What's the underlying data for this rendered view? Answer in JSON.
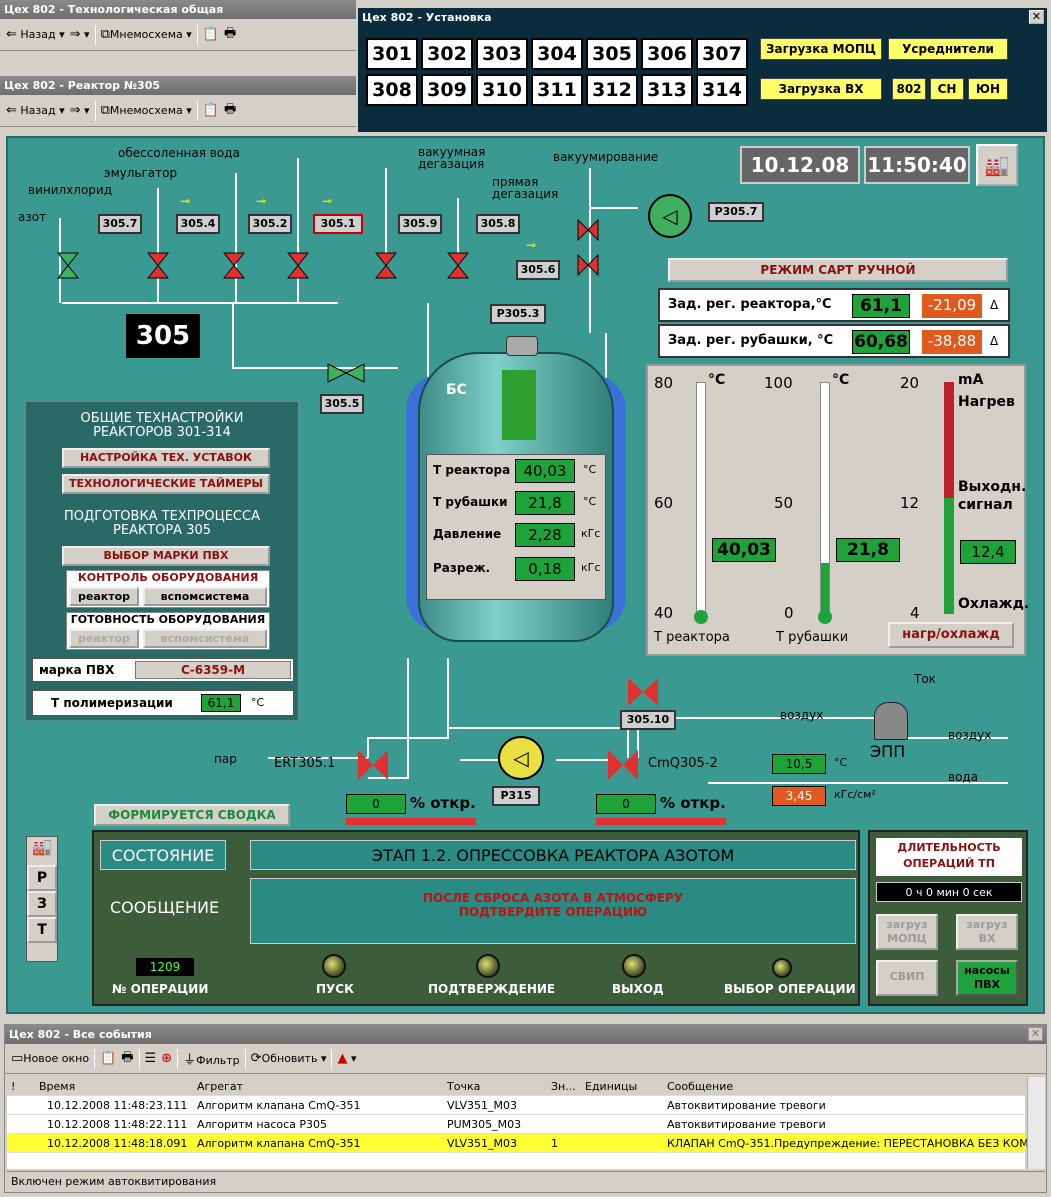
{
  "win1": {
    "title": "Цех 802 - Технологическая общая",
    "back": "Назад",
    "mnemo": "Мнемосхема"
  },
  "win2": {
    "title": "Цех 802 - Реактор №305",
    "back": "Назад",
    "mnemo": "Мнемосхема"
  },
  "inst": {
    "title": "Цех 802 - Установка",
    "row1": [
      "301",
      "302",
      "303",
      "304",
      "305",
      "306",
      "307"
    ],
    "row2": [
      "308",
      "309",
      "310",
      "311",
      "312",
      "313",
      "314"
    ],
    "b_mopc": "Загрузка МОПЦ",
    "b_usr": "Усреднители",
    "b_vx": "Загрузка ВХ",
    "b_802": "802",
    "b_sn": "СН",
    "b_yun": "ЮН"
  },
  "main": {
    "date": "10.12.08",
    "time": "11:50:40",
    "reactor_no": "305",
    "pipes": {
      "water": "обессоленная вода",
      "emul": "эмульгатор",
      "vinyl": "винилхлорид",
      "azot": "азот",
      "vac_deg": "вакуумная\nдегазация",
      "straight_deg": "прямая\nдегазация",
      "vacuum": "вакуумирование",
      "par": "пар",
      "air1": "воздух",
      "air2": "воздух",
      "voda": "вода",
      "tok": "Ток",
      "epp": "ЭПП"
    },
    "valves": {
      "v3057": "305.7",
      "v3054": "305.4",
      "v3052": "305.2",
      "v3051": "305.1",
      "v3059": "305.9",
      "v3058": "305.8",
      "v3056": "305.6",
      "v3055": "305.5",
      "v30510": "305.10",
      "p3057": "Р305.7",
      "p3053": "Р305.3",
      "p315": "Р315",
      "ert": "ERT305.1",
      "cmq": "CmQ305-2"
    },
    "mode": "РЕЖИМ САРТ РУЧНОЙ",
    "reg_reactor": {
      "label": "Зад. рег. реактора,°С",
      "val": "61,1",
      "delta": "-21,09"
    },
    "reg_jacket": {
      "label": "Зад. рег. рубашки, °С",
      "val": "60,68",
      "delta": "-38,88"
    },
    "delta_sym": "Δ",
    "reactor": {
      "bs": "БС",
      "t_react_l": "Т реактора",
      "t_react": "40,03",
      "t_jack_l": "Т рубашки",
      "t_jack": "21,8",
      "press_l": "Давление",
      "press": "2,28",
      "vac_l": "Разреж.",
      "vac": "0,18",
      "u_c": "°С",
      "u_kgs": "кГс"
    },
    "gauges": {
      "g1_top": "80",
      "g1_mid": "60",
      "g1_bot": "40",
      "g1_unit": "°С",
      "g1_val": "40,03",
      "g1_label": "Т реактора",
      "g1_fill": 0.0,
      "g2_top": "100",
      "g2_mid": "50",
      "g2_bot": "0",
      "g2_unit": "°С",
      "g2_val": "21,8",
      "g2_label": "Т рубашки",
      "g2_fill": 0.218,
      "g3_top": "20",
      "g3_mid": "12",
      "g3_bot": "4",
      "g3_unit": "mA",
      "g3_heat": "Нагрев",
      "g3_out": "Выходн.\nсигнал",
      "g3_cool": "Охлажд.",
      "g3_val": "12,4",
      "heatcool": "нагр/охлажд"
    },
    "left": {
      "t1": "ОБЩИЕ ТЕХНАСТРОЙКИ\nРЕАКТОРОВ 301-314",
      "b1": "НАСТРОЙКА ТЕХ. УСТАВОК",
      "b2": "ТЕХНОЛОГИЧЕСКИЕ ТАЙМЕРЫ",
      "t2": "ПОДГОТОВКА ТЕХПРОЦЕССА\nРЕАКТОРА 305",
      "b3": "ВЫБОР МАРКИ ПВХ",
      "ctrl": "КОНТРОЛЬ ОБОРУДОВАНИЯ",
      "ctrl_r": "реактор",
      "ctrl_v": "вспомсистема",
      "ready": "ГОТОВНОСТЬ ОБОРУДОВАНИЯ",
      "ready_r": "реактор",
      "ready_v": "вспомсистема",
      "mark_l": "марка ПВХ",
      "mark": "С-6359-М",
      "tpol_l": "Т полимеризации",
      "tpol": "61,1",
      "tpol_u": "°С"
    },
    "pct1": "0",
    "pct2": "0",
    "pct_l": "% откр.",
    "out_t": "10,5",
    "out_t_u": "°С",
    "out_p": "3,45",
    "out_p_u": "кГс/см²",
    "summary": "ФОРМИРУЕТСЯ СВОДКА",
    "side": {
      "p": "Р",
      "z": "З",
      "t": "Т"
    },
    "state_l": "СОСТОЯНИЕ",
    "state": "ЭТАП 1.2. ОПРЕССОВКА РЕАКТОРА АЗОТОМ",
    "msg_l": "СООБЩЕНИЕ",
    "msg": "ПОСЛЕ СБРОСА АЗОТА В АТМОСФЕРУ\nПОДТВЕРДИТЕ ОПЕРАЦИЮ",
    "op_no": "1209",
    "op_l": "№ ОПЕРАЦИИ",
    "start": "ПУСК",
    "confirm": "ПОДТВЕРЖДЕНИЕ",
    "exit": "ВЫХОД",
    "select": "ВЫБОР ОПЕРАЦИИ",
    "dur_l": "ДЛИТЕЛЬНОСТЬ\nОПЕРАЦИЙ ТП",
    "dur": "0 ч 0 мин 0 сек",
    "load_mopc": "загруз\nМОПЦ",
    "load_vx": "загруз\nВХ",
    "svip": "СВИП",
    "pumps": "насосы\nПВХ"
  },
  "events": {
    "title": "Цех 802 - Все события",
    "new_win": "Новое окно",
    "filter": "Фильтр",
    "refresh": "Обновить",
    "cols": [
      "!",
      "Время",
      "Агрегат",
      "Точка",
      "Зн...",
      "Единицы",
      "Сообщение"
    ],
    "rows": [
      [
        "",
        "10.12.2008 11:48:23.111",
        "Алгоритм клапана CmQ-351",
        "VLV351_M03",
        "",
        "",
        "Автоквитирование тревоги"
      ],
      [
        "",
        "10.12.2008 11:48:22.111",
        "Алгоритм насоса Р305",
        "PUM305_M03",
        "",
        "",
        "Автоквитирование тревоги"
      ],
      [
        "",
        "10.12.2008 11:48:18.091",
        "Алгоритм клапана CmQ-351",
        "VLV351_M03",
        "1",
        "",
        "КЛАПАН CmQ-351.Предупреждение: ПЕРЕСТАНОВКА БЕЗ КОМ"
      ]
    ],
    "status": "Включен режим автоквитирования"
  }
}
